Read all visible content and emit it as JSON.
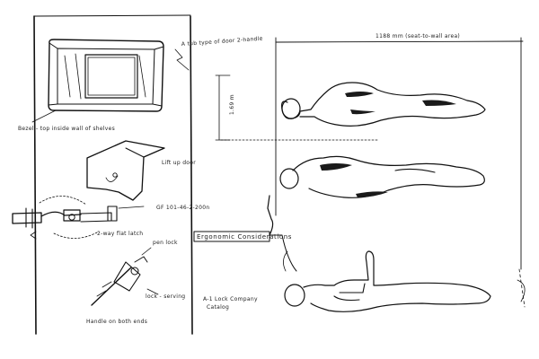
{
  "labels": {
    "dim_top": "1188 mm (seat-to-wall area)",
    "dim_side": "1.69 m",
    "tub_note": "A tub type of door 2-handle",
    "bezel_note": "Bezel - top inside wall of shelves",
    "door_note": "Lift up door",
    "hinge_part": "GF 101-46-2-200n",
    "latch_note": "2-way flat latch",
    "ergonomic": "Ergonomic Considerations",
    "pen_note": "pen lock",
    "lock_note": "lock - serving",
    "company_note": "A-1 Lock Company",
    "company_note2": "Catalog",
    "bottom_note": "Handle on both ends"
  },
  "colors": {
    "ink": "#111111",
    "paper": "#ffffff",
    "shading": "#1a1a1a"
  }
}
